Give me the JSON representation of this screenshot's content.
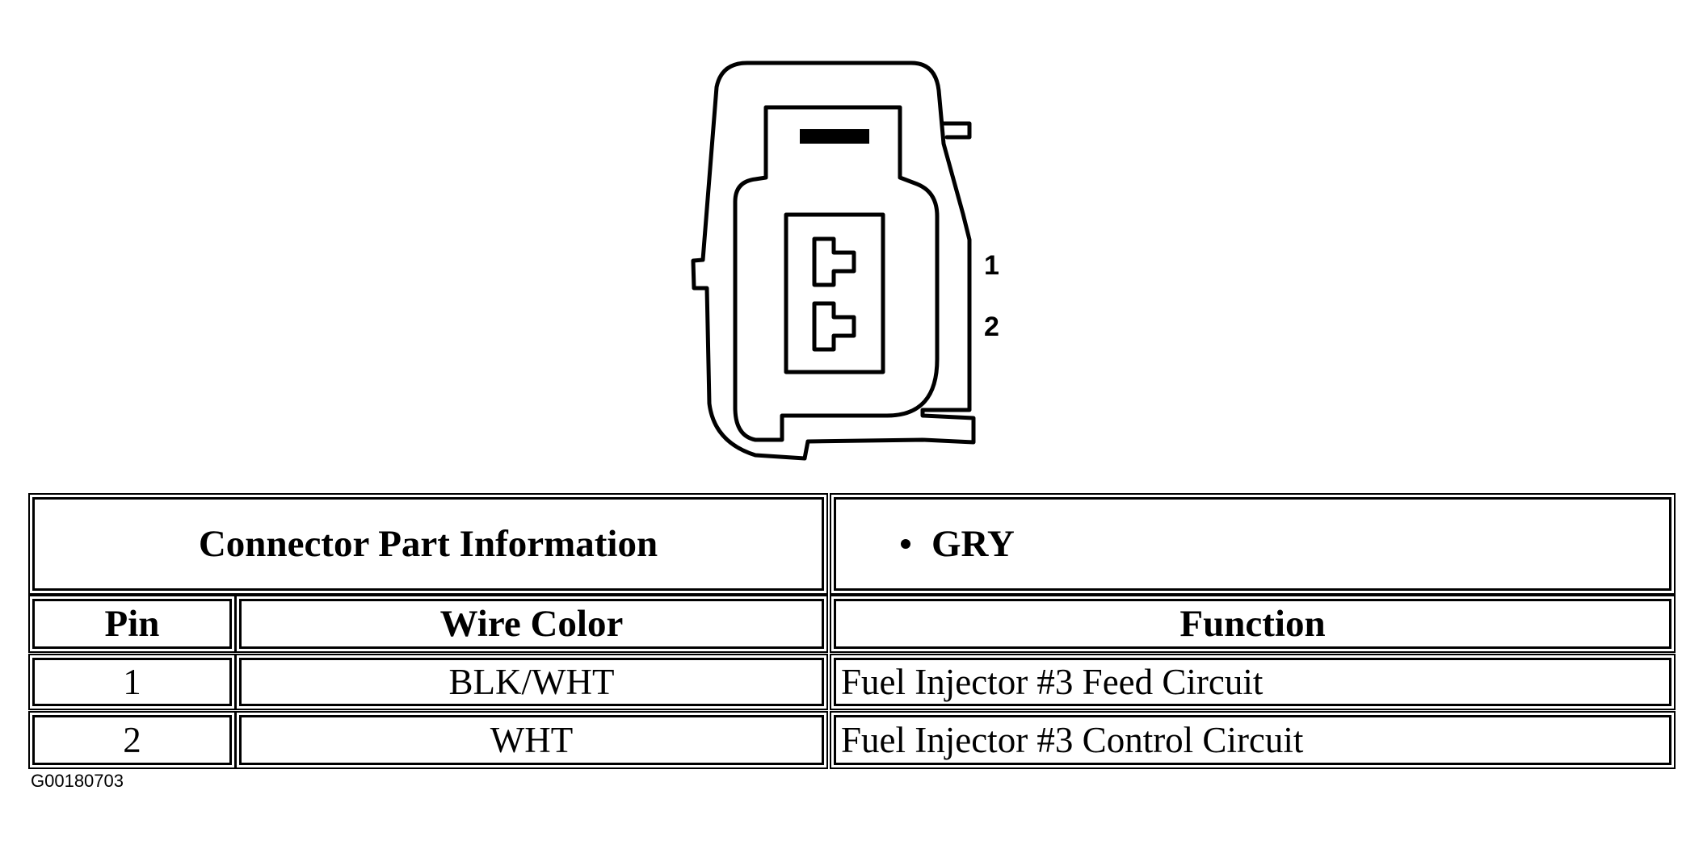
{
  "diagram": {
    "pin_labels": [
      "1",
      "2"
    ]
  },
  "table": {
    "part_info_label": "Connector Part Information",
    "part_info_value": "GRY",
    "headers": {
      "pin": "Pin",
      "wire_color": "Wire Color",
      "function": "Function"
    },
    "rows": [
      {
        "pin": "1",
        "wire_color": "BLK/WHT",
        "function": "Fuel Injector #3 Feed Circuit"
      },
      {
        "pin": "2",
        "wire_color": "WHT",
        "function": "Fuel Injector #3 Control Circuit"
      }
    ]
  },
  "figure_id": "G00180703"
}
